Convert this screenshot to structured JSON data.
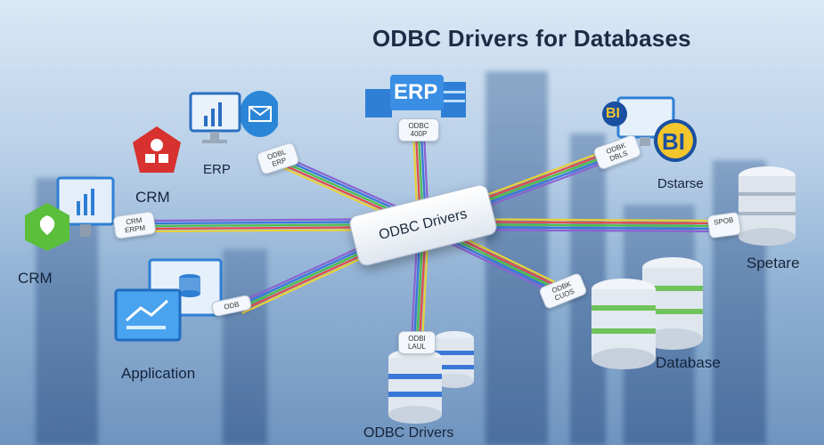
{
  "title": "ODBC Drivers for Databases",
  "hub_label": "ODBC Drivers",
  "nodes": {
    "erp_left": "ERP",
    "crm_top": "CRM",
    "crm_left": "CRM",
    "application": "Application",
    "odbc_bottom": "ODBC Drivers",
    "database": "Database",
    "spetare": "Spetare",
    "dstarse": "Dstarse",
    "erp_top_badge": "ERP",
    "bi_small": "BI",
    "bi_large": "BI"
  },
  "connectors": {
    "top": [
      "ODBC",
      "400P"
    ],
    "erp": [
      "ODBL",
      "ERP"
    ],
    "crm": [
      "CRM",
      "ERPM"
    ],
    "app": [
      "ODB"
    ],
    "bottom": [
      "ODBI",
      "LAUL"
    ],
    "db": [
      "ODBK",
      "CUOS"
    ],
    "spetare": [
      "SPOB"
    ],
    "bi": [
      "ODBK",
      "DBLS"
    ]
  },
  "colors": {
    "lines": [
      "#e8d23a",
      "#e24c4c",
      "#4fbf4a",
      "#3a78d8",
      "#8a63d2"
    ],
    "crm_icon": "#d7322f",
    "leaf_icon": "#5bbf3b",
    "monitor": "#2d7fd4",
    "db_band": "#6fc35b"
  },
  "icons": [
    "monitor-icon",
    "mail-cloud-icon",
    "people-icon",
    "leaf-icon",
    "database-icon",
    "bi-badge-icon",
    "server-stack-icon"
  ]
}
